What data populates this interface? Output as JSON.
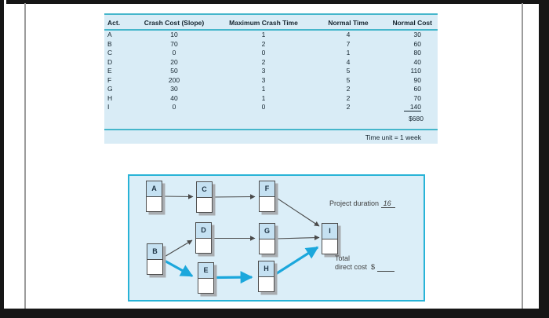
{
  "colors": {
    "table_background": "#d9ecf6",
    "teal_rule": "#45b6cb",
    "diagram_border": "#28b3d7",
    "diagram_background": "#dbeef8",
    "node_header_fill": "#c5e1f2",
    "critical_arrow": "#1ba7dc",
    "normal_arrow": "#4a4a4a",
    "text": "#14242e"
  },
  "table": {
    "columns": [
      "Act.",
      "Crash Cost (Slope)",
      "Maximum Crash Time",
      "Normal Time",
      "Normal Cost"
    ],
    "rows": [
      {
        "act": "A",
        "crash_cost": "10",
        "max_crash_time": "1",
        "normal_time": "4",
        "normal_cost": "30"
      },
      {
        "act": "B",
        "crash_cost": "70",
        "max_crash_time": "2",
        "normal_time": "7",
        "normal_cost": "60"
      },
      {
        "act": "C",
        "crash_cost": "0",
        "max_crash_time": "0",
        "normal_time": "1",
        "normal_cost": "80"
      },
      {
        "act": "D",
        "crash_cost": "20",
        "max_crash_time": "2",
        "normal_time": "4",
        "normal_cost": "40"
      },
      {
        "act": "E",
        "crash_cost": "50",
        "max_crash_time": "3",
        "normal_time": "5",
        "normal_cost": "110"
      },
      {
        "act": "F",
        "crash_cost": "200",
        "max_crash_time": "3",
        "normal_time": "5",
        "normal_cost": "90"
      },
      {
        "act": "G",
        "crash_cost": "30",
        "max_crash_time": "1",
        "normal_time": "2",
        "normal_cost": "60"
      },
      {
        "act": "H",
        "crash_cost": "40",
        "max_crash_time": "1",
        "normal_time": "2",
        "normal_cost": "70"
      },
      {
        "act": "I",
        "crash_cost": "0",
        "max_crash_time": "0",
        "normal_time": "2",
        "normal_cost": "140"
      }
    ],
    "total_cost": "$680",
    "footnote": "Time unit = 1 week"
  },
  "diagram": {
    "nodes": [
      {
        "id": "A"
      },
      {
        "id": "C"
      },
      {
        "id": "F"
      },
      {
        "id": "D"
      },
      {
        "id": "G"
      },
      {
        "id": "I"
      },
      {
        "id": "B"
      },
      {
        "id": "E"
      },
      {
        "id": "H"
      }
    ],
    "edges": [
      {
        "from": "A",
        "to": "C",
        "type": "normal"
      },
      {
        "from": "C",
        "to": "F",
        "type": "normal"
      },
      {
        "from": "F",
        "to": "I",
        "type": "normal"
      },
      {
        "from": "B",
        "to": "D",
        "type": "normal"
      },
      {
        "from": "D",
        "to": "G",
        "type": "normal"
      },
      {
        "from": "G",
        "to": "I",
        "type": "normal"
      },
      {
        "from": "B",
        "to": "E",
        "type": "critical"
      },
      {
        "from": "E",
        "to": "H",
        "type": "critical"
      },
      {
        "from": "H",
        "to": "I",
        "type": "critical"
      }
    ],
    "project_duration_label": "Project duration",
    "project_duration_value": "16",
    "total_cost_label_line1": "Total",
    "total_cost_label_line2": "direct cost",
    "currency_symbol": "$",
    "total_cost_value": ""
  }
}
